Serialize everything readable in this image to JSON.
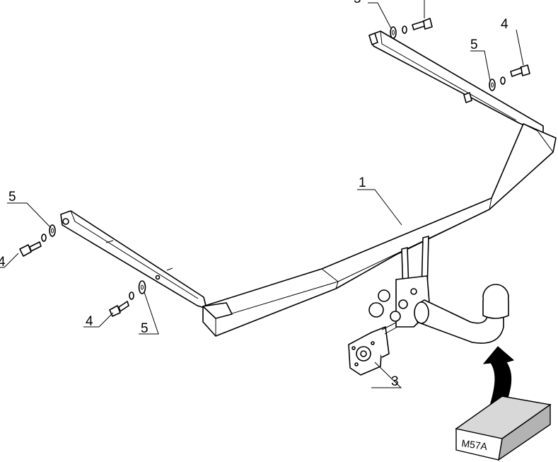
{
  "labels": {
    "part1": "1",
    "part3": "3",
    "part4_left": "4",
    "part4_bottom": "4",
    "part4_right": "4",
    "part5_left": "5",
    "part5_bottom": "5",
    "part5_right": "5",
    "part5_top": "5"
  },
  "package_code": "M57A",
  "colors": {
    "stroke": "#000000",
    "fill": "#ffffff",
    "box_top": "#d8d8d8",
    "box_side": "#b3b3b3"
  }
}
